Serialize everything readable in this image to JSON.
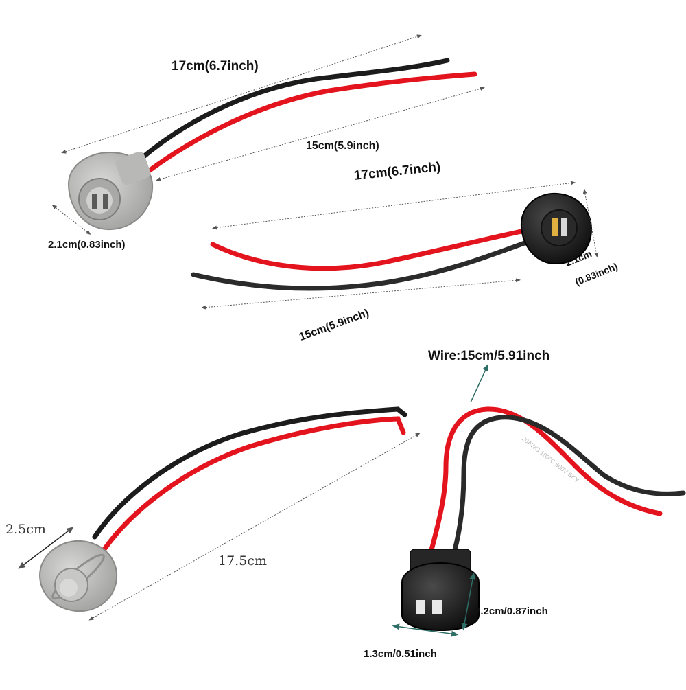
{
  "colors": {
    "wire_red": "#e3141e",
    "wire_black": "#1c1c1c",
    "socket_grey": "#bdbdbb",
    "socket_black": "#1f1f1f",
    "dim_line": "#555555",
    "marker_teal": "#2e6e66"
  },
  "labels": {
    "p1_length_long": "17cm(6.7inch)",
    "p1_length_short": "15cm(5.9inch)",
    "p1_diameter": "2.1cm(0.83inch)",
    "p2_length_long": "17cm(6.7inch)",
    "p2_length_short": "15cm(5.9inch)",
    "p2_diameter_line1": "2.1cm",
    "p2_diameter_line2": "(0.83inch)",
    "p3_diameter": "2.5cm",
    "p3_length": "17.5cm",
    "p4_wire": "Wire:15cm/5.91inch",
    "p4_height": "2.2cm/0.87inch",
    "p4_width": "1.3cm/0.51inch",
    "p4_wire_print": "20AWG 105°C 600V SKY"
  }
}
